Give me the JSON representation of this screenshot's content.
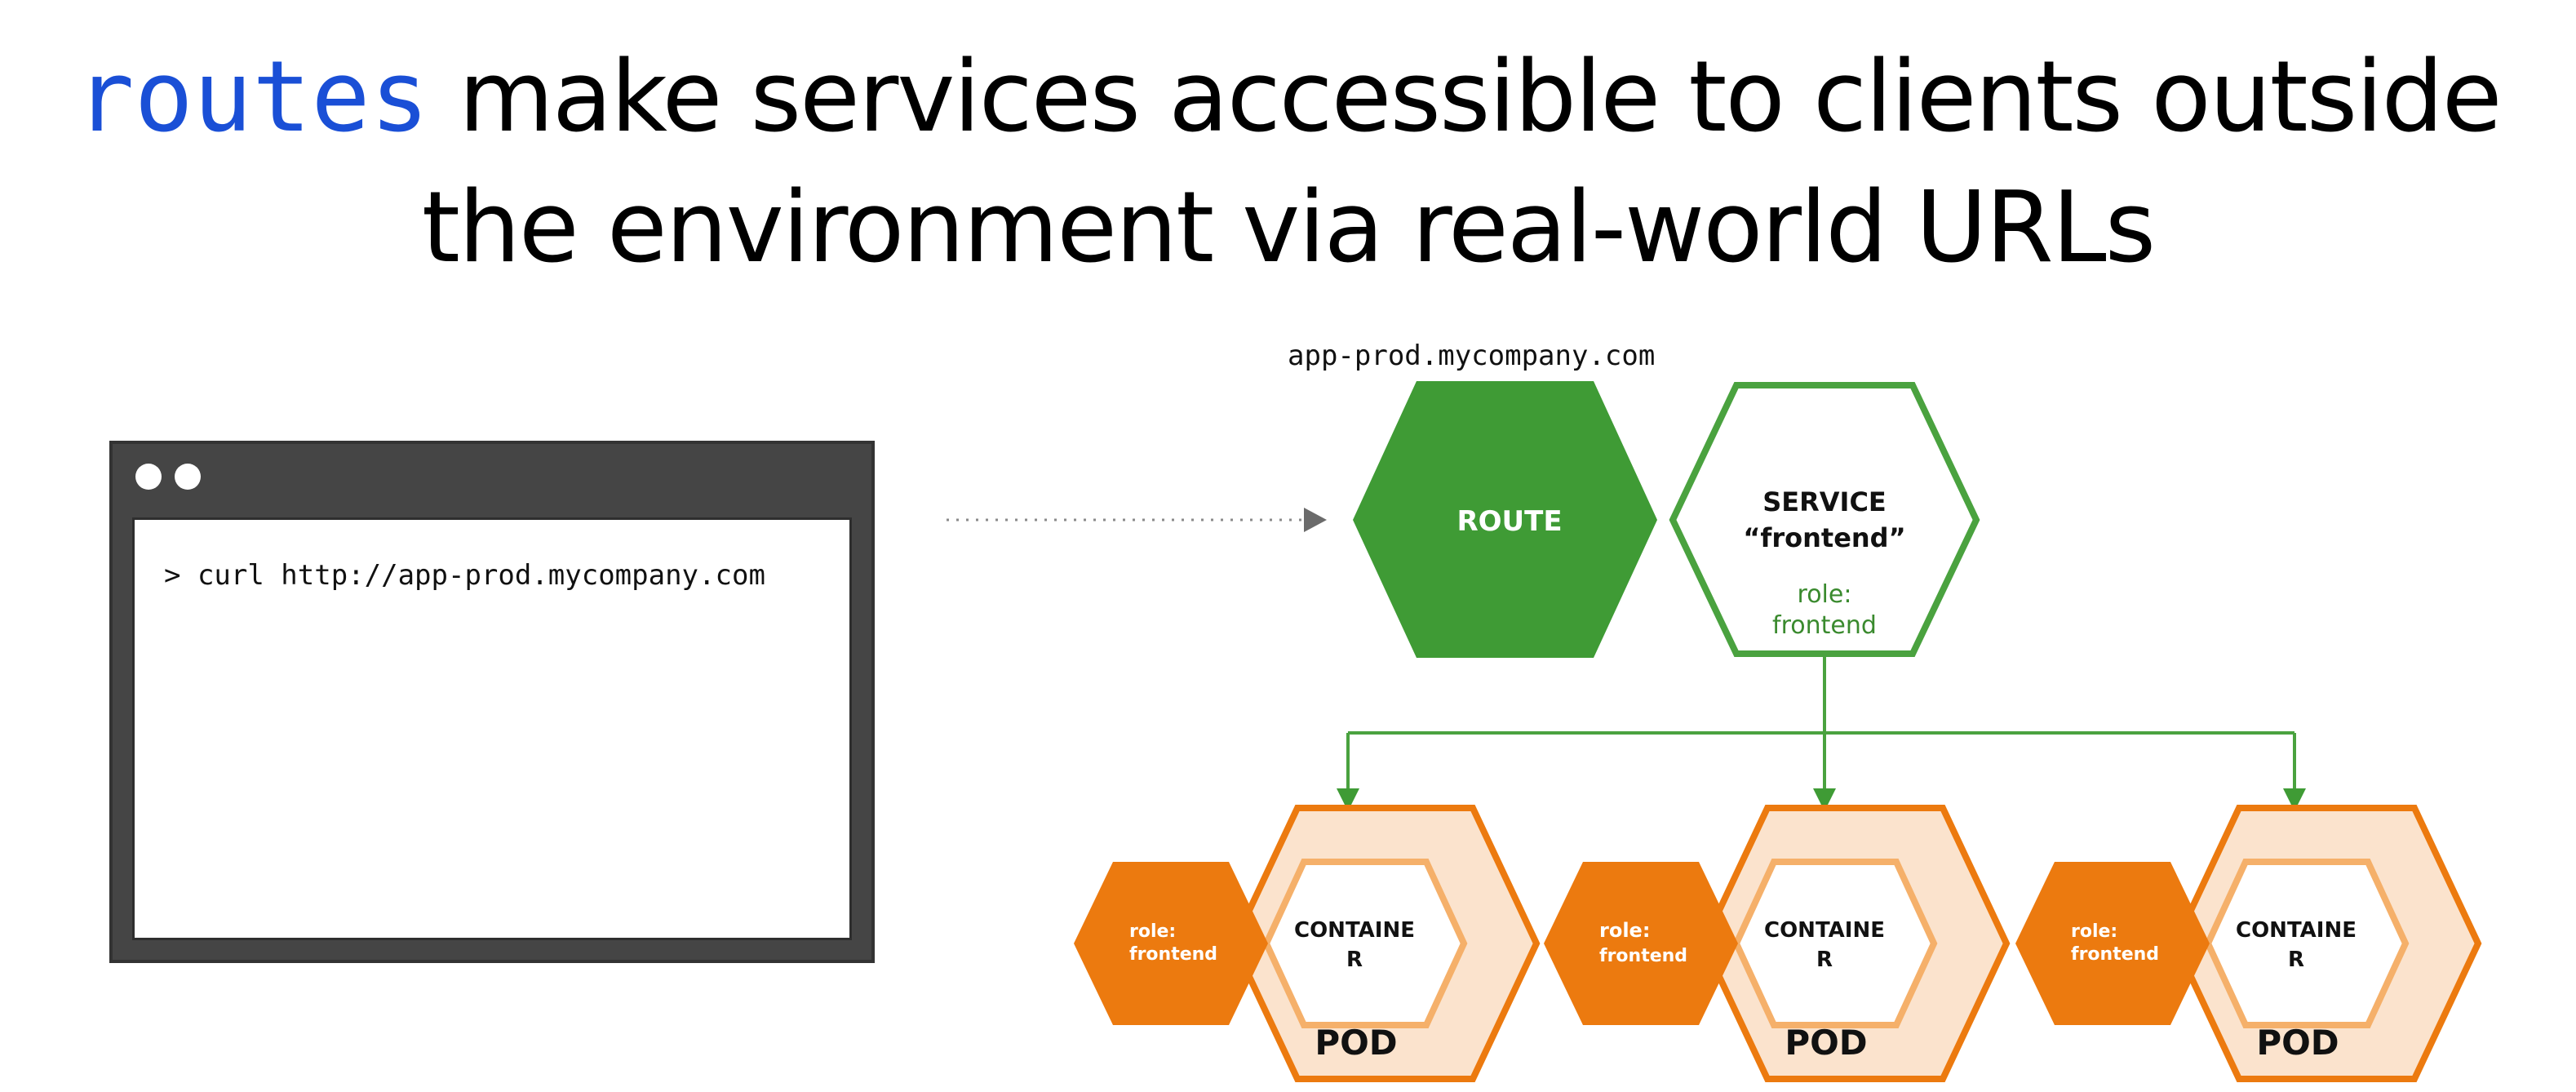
{
  "title": {
    "keyword": "routes",
    "line1_rest": " make services accessible to clients outside",
    "line2": "the environment via real-world URLs"
  },
  "terminal": {
    "command": "> curl http://app-prod.mycompany.com"
  },
  "route": {
    "url": "app-prod.mycompany.com",
    "label": "ROUTE"
  },
  "service": {
    "label_line1": "SERVICE",
    "label_line2": "“frontend”",
    "selector_line1": "role:",
    "selector_line2": "frontend"
  },
  "pods": [
    {
      "label": "POD",
      "container_line1": "CONTAINE",
      "container_line2": "R",
      "role_line1": "role:",
      "role_line2": "frontend"
    },
    {
      "label": "POD",
      "container_line1": "CONTAINE",
      "container_line2": "R",
      "role_line1": "role:",
      "role_line2": "frontend"
    },
    {
      "label": "POD",
      "container_line1": "CONTAINE",
      "container_line2": "R",
      "role_line1": "role:",
      "role_line2": "frontend"
    }
  ],
  "colors": {
    "keyword_blue": "#1a4fd6",
    "route_green": "#3f9b35",
    "service_green": "#4aa23f",
    "selector_text_green": "#3a8a2e",
    "pod_orange": "#ec7a0f",
    "pod_fill": "#fbe3cd",
    "container_ring": "#f5b06a",
    "terminal_gray": "#454545"
  }
}
